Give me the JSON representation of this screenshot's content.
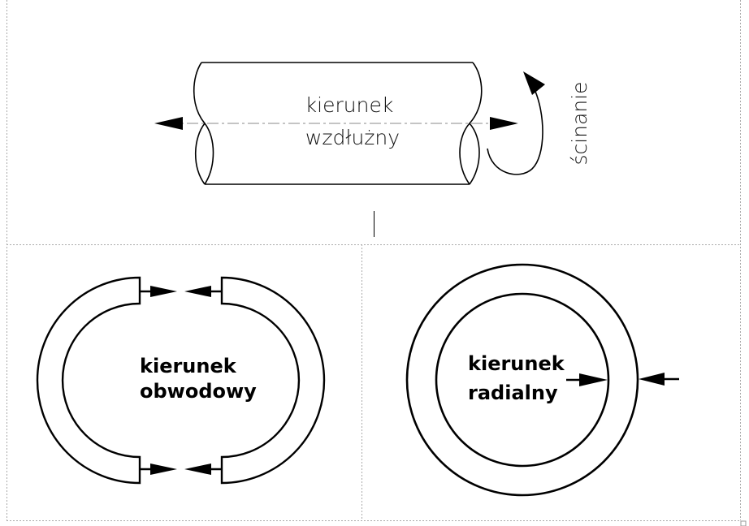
{
  "top": {
    "line1": "kierunek",
    "line2": "wzdłużny",
    "shear_label": "ścinanie"
  },
  "bottom_left": {
    "line1": "kierunek",
    "line2": "obwodowy"
  },
  "bottom_right": {
    "line1": "kierunek",
    "line2": "radialny"
  },
  "colors": {
    "ink": "#000000",
    "frame": "#999999",
    "centerline": "#888888"
  }
}
